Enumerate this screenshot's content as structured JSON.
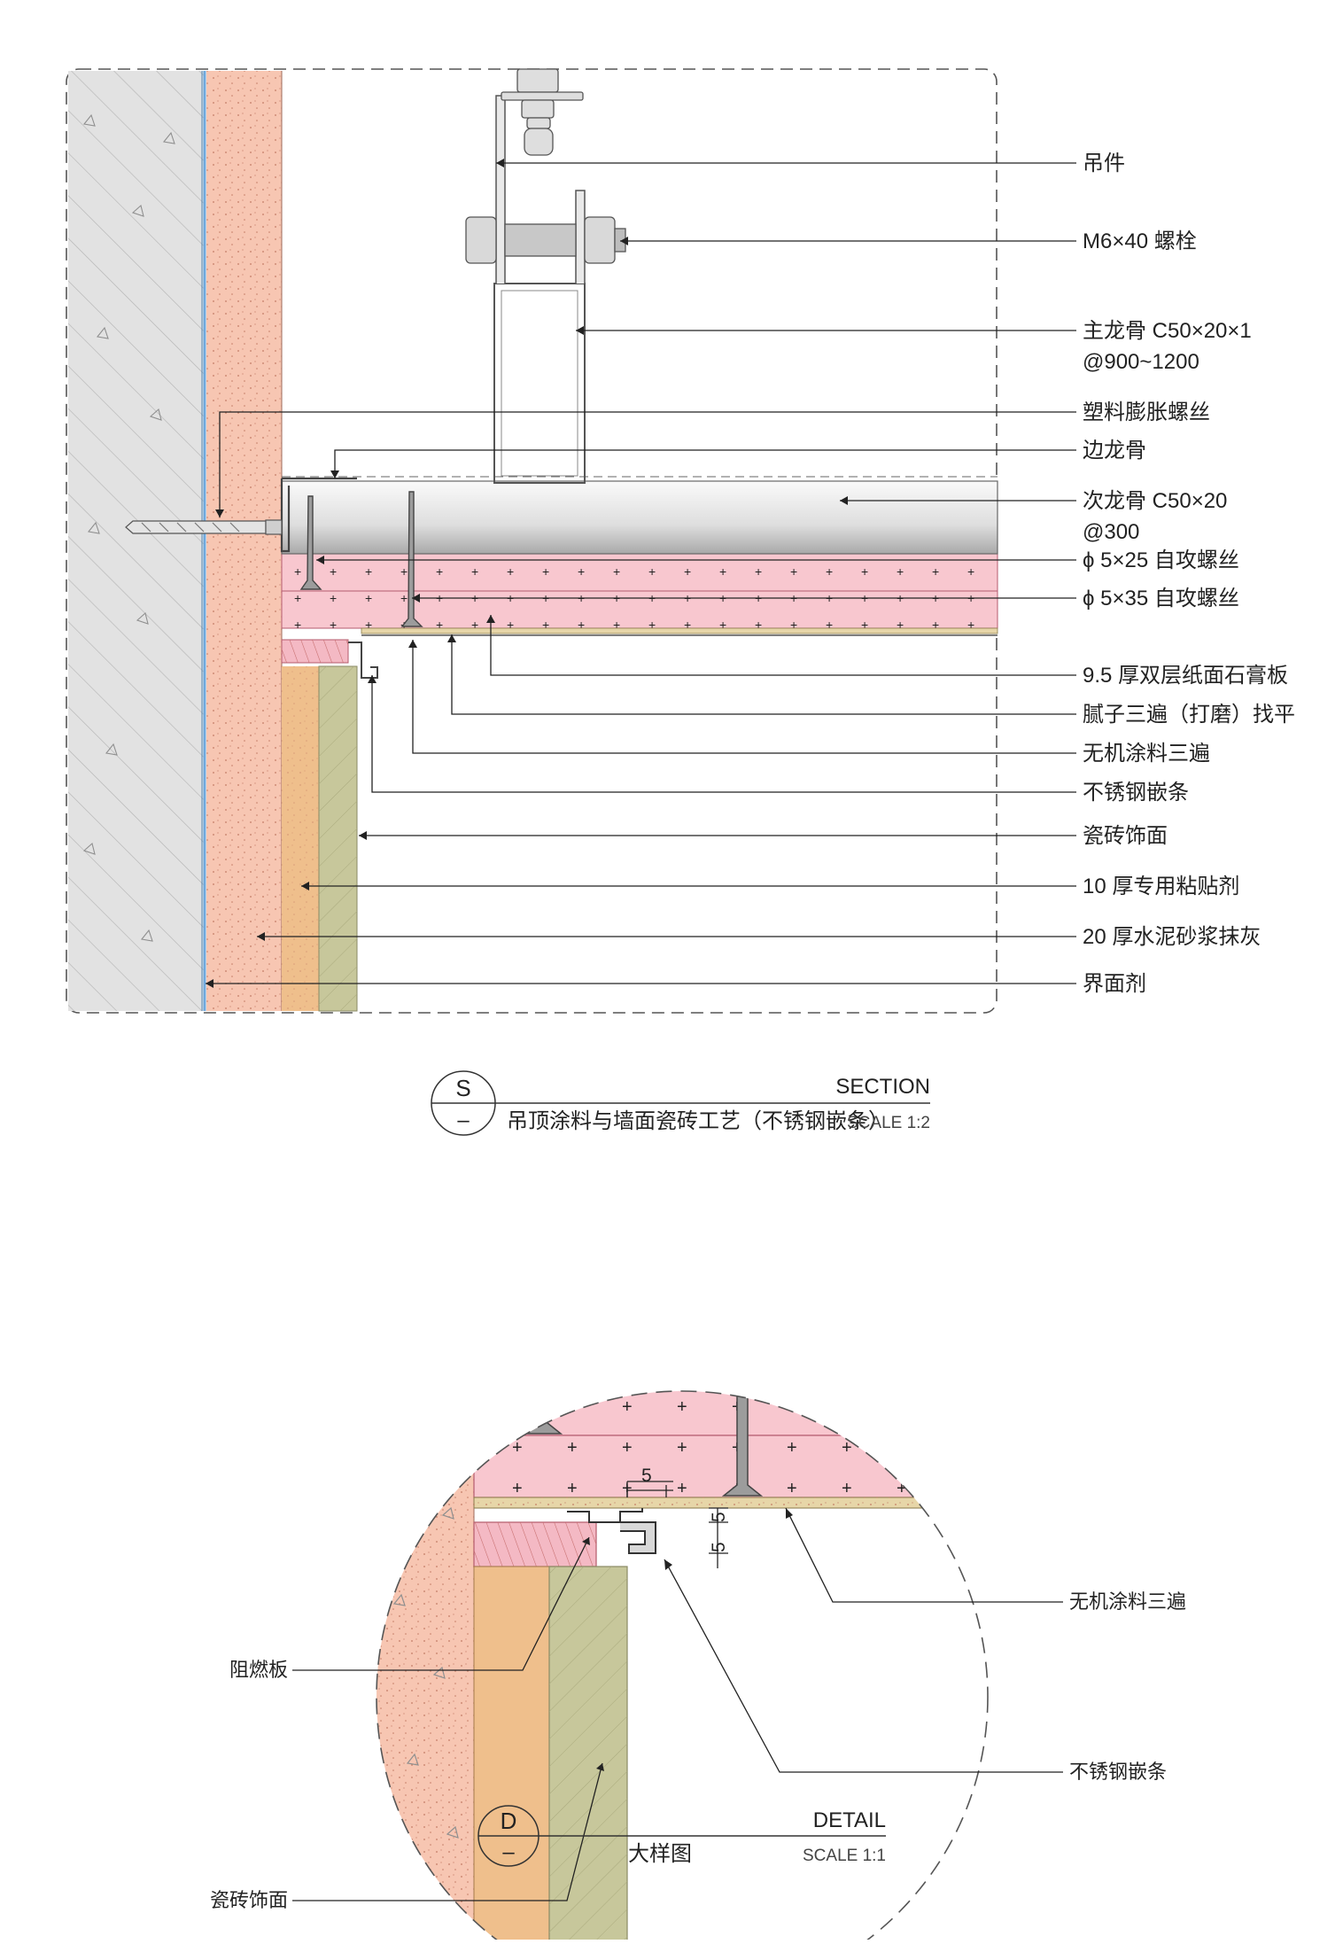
{
  "section": {
    "labels": [
      "吊件",
      "M6×40 螺栓",
      "主龙骨 C50×20×1",
      "@900~1200",
      "塑料膨胀螺丝",
      "边龙骨",
      "次龙骨 C50×20",
      "@300",
      "ϕ 5×25 自攻螺丝",
      "ϕ 5×35 自攻螺丝",
      "9.5 厚双层纸面石膏板",
      "腻子三遍（打磨）找平",
      "无机涂料三遍",
      "不锈钢嵌条",
      "瓷砖饰面",
      "10 厚专用粘贴剂",
      "20 厚水泥砂浆抹灰",
      "界面剂"
    ],
    "title": {
      "letter": "S",
      "dash": "–",
      "heading": "SECTION",
      "name": "吊顶涂料与墙面瓷砖工艺（不锈钢嵌条）",
      "scale": "SCALE 1:2"
    }
  },
  "detail": {
    "labels": {
      "coating": "无机涂料三遍",
      "fire_board": "阻燃板",
      "trim": "不锈钢嵌条",
      "tile": "瓷砖饰面"
    },
    "dims": [
      "5",
      "5",
      "5"
    ],
    "title": {
      "letter": "D",
      "dash": "–",
      "heading": "DETAIL",
      "name": "大样图",
      "scale": "SCALE 1:1"
    }
  },
  "colors": {
    "concrete": "#e2e2e2",
    "plaster": "#f7c6b2",
    "gypsum": "#f8c7cf",
    "adhesive": "#efbf8c",
    "tile": "#c7c79b",
    "interface_line": "#6fa8dc",
    "metal": "#c8c8c8"
  }
}
